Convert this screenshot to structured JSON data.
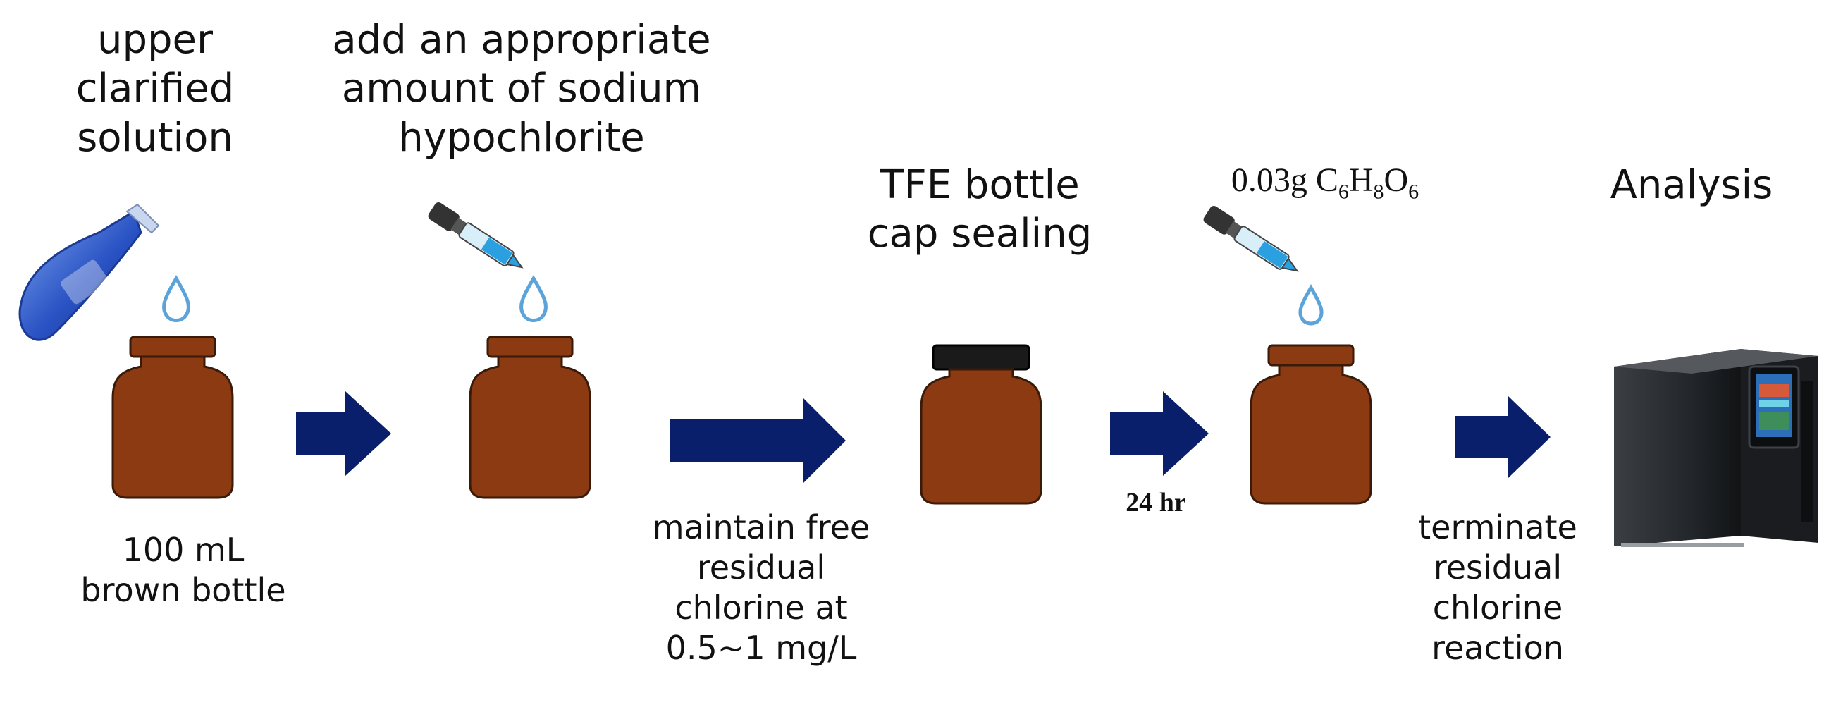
{
  "labels": {
    "step1": [
      "upper",
      "clarified",
      "solution"
    ],
    "step2": [
      "add an appropriate",
      "amount of sodium",
      "hypochlorite"
    ],
    "step3": [
      "TFE bottle",
      "cap sealing"
    ],
    "step4": {
      "mass": "0.03g ",
      "c": "C",
      "c_sub": "6",
      "h": "H",
      "h_sub": "8",
      "o": "O",
      "o_sub": "6"
    },
    "step5": "Analysis",
    "bottle_caption": [
      "100 mL",
      "brown bottle"
    ],
    "arrow2_caption": [
      "maintain free",
      "residual",
      "chlorine at",
      "0.5~1 mg/L"
    ],
    "arrow3_caption": "24 hr",
    "arrow4_caption": [
      "terminate",
      "residual",
      "chlorine",
      "reaction"
    ]
  },
  "colors": {
    "bottle_body": "#8B3A12",
    "bottle_outline": "#3a1a08",
    "sealed_cap": "#1a1a1a",
    "arrow": "#0a1f6b",
    "drop_outline": "#5ba3d9",
    "dropper_liquid": "#2aa0e0",
    "flask": "#2952c4"
  },
  "icons": [
    "flask-icon",
    "dropper-icon",
    "water-drop-icon",
    "brown-bottle-icon",
    "analyzer-instrument-icon",
    "arrow-right-icon"
  ]
}
